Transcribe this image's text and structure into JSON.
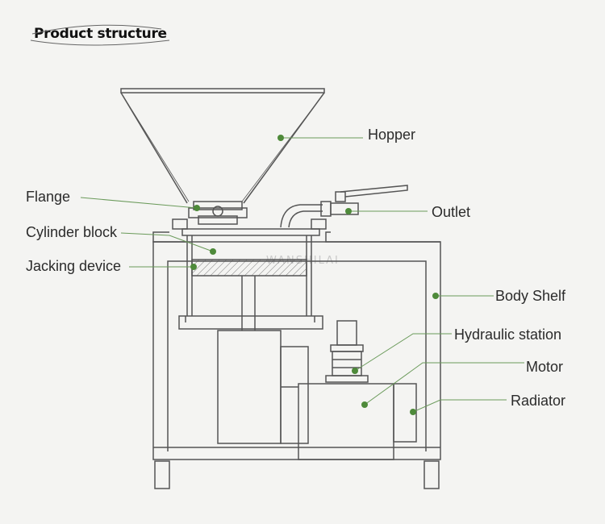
{
  "title": "Product structure",
  "watermark": "WANSHILAI",
  "labels": {
    "hopper": "Hopper",
    "flange": "Flange",
    "outlet": "Outlet",
    "cylinder_block": "Cylinder block",
    "jacking_device": "Jacking device",
    "body_shelf": "Body Shelf",
    "hydraulic_station": "Hydraulic station",
    "motor": "Motor",
    "radiator": "Radiator"
  },
  "colors": {
    "line": "#555555",
    "dot": "#4e8a3a",
    "leader": "#6a9a5a",
    "background": "#f4f4f2"
  }
}
